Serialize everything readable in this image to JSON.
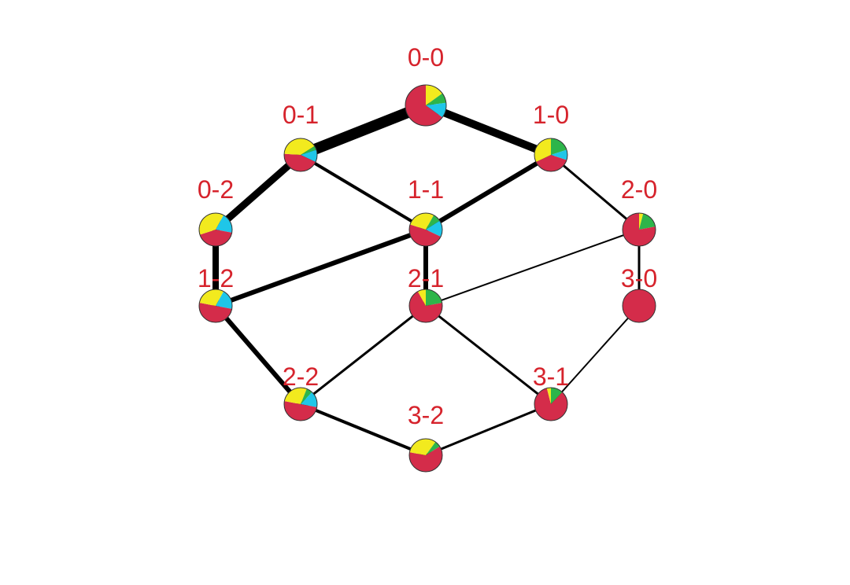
{
  "colors": {
    "background": "#ffffff",
    "edge": "#000000",
    "label": "#d6232c",
    "node_outline": "#333333",
    "red": "#d42c4a",
    "yellow": "#f2ea1e",
    "cyan": "#1fc6e8",
    "green": "#2db54a"
  },
  "nodes": [
    {
      "id": "0-0",
      "label": "0-0",
      "slices": [
        {
          "color": "yellow",
          "value": 0.15
        },
        {
          "color": "green",
          "value": 0.08
        },
        {
          "color": "cyan",
          "value": 0.12
        },
        {
          "color": "red",
          "value": 0.65
        }
      ]
    },
    {
      "id": "0-1",
      "label": "0-1",
      "slices": [
        {
          "color": "yellow",
          "value": 0.16
        },
        {
          "color": "green",
          "value": 0.04
        },
        {
          "color": "cyan",
          "value": 0.12
        },
        {
          "color": "red",
          "value": 0.44
        },
        {
          "color": "yellow",
          "value": 0.24
        }
      ]
    },
    {
      "id": "1-0",
      "label": "1-0",
      "slices": [
        {
          "color": "green",
          "value": 0.2
        },
        {
          "color": "cyan",
          "value": 0.1
        },
        {
          "color": "red",
          "value": 0.38
        },
        {
          "color": "yellow",
          "value": 0.32
        }
      ]
    },
    {
      "id": "0-2",
      "label": "0-2",
      "slices": [
        {
          "color": "yellow",
          "value": 0.08
        },
        {
          "color": "cyan",
          "value": 0.2
        },
        {
          "color": "red",
          "value": 0.42
        },
        {
          "color": "yellow",
          "value": 0.3
        }
      ]
    },
    {
      "id": "1-1",
      "label": "1-1",
      "slices": [
        {
          "color": "yellow",
          "value": 0.08
        },
        {
          "color": "green",
          "value": 0.08
        },
        {
          "color": "cyan",
          "value": 0.16
        },
        {
          "color": "red",
          "value": 0.48
        },
        {
          "color": "yellow",
          "value": 0.2
        }
      ]
    },
    {
      "id": "2-0",
      "label": "2-0",
      "slices": [
        {
          "color": "yellow",
          "value": 0.04
        },
        {
          "color": "green",
          "value": 0.18
        },
        {
          "color": "red",
          "value": 0.78
        }
      ]
    },
    {
      "id": "1-2",
      "label": "1-2",
      "slices": [
        {
          "color": "yellow",
          "value": 0.08
        },
        {
          "color": "cyan",
          "value": 0.2
        },
        {
          "color": "red",
          "value": 0.5
        },
        {
          "color": "yellow",
          "value": 0.22
        }
      ]
    },
    {
      "id": "2-1",
      "label": "2-1",
      "slices": [
        {
          "color": "green",
          "value": 0.22
        },
        {
          "color": "red",
          "value": 0.7
        },
        {
          "color": "yellow",
          "value": 0.08
        }
      ]
    },
    {
      "id": "3-0",
      "label": "3-0",
      "slices": [
        {
          "color": "red",
          "value": 1.0
        }
      ]
    },
    {
      "id": "2-2",
      "label": "2-2",
      "slices": [
        {
          "color": "yellow",
          "value": 0.06
        },
        {
          "color": "green",
          "value": 0.06
        },
        {
          "color": "cyan",
          "value": 0.16
        },
        {
          "color": "red",
          "value": 0.5
        },
        {
          "color": "yellow",
          "value": 0.22
        }
      ]
    },
    {
      "id": "3-1",
      "label": "3-1",
      "slices": [
        {
          "color": "green",
          "value": 0.12
        },
        {
          "color": "red",
          "value": 0.84
        },
        {
          "color": "yellow",
          "value": 0.04
        }
      ]
    },
    {
      "id": "3-2",
      "label": "3-2",
      "slices": [
        {
          "color": "yellow",
          "value": 0.1
        },
        {
          "color": "green",
          "value": 0.06
        },
        {
          "color": "red",
          "value": 0.62
        },
        {
          "color": "yellow",
          "value": 0.22
        }
      ]
    }
  ],
  "edges": [
    {
      "from": "0-0",
      "to": "0-1",
      "weight": 14
    },
    {
      "from": "0-0",
      "to": "1-0",
      "weight": 10
    },
    {
      "from": "0-1",
      "to": "0-2",
      "weight": 9
    },
    {
      "from": "0-1",
      "to": "1-1",
      "weight": 4
    },
    {
      "from": "1-0",
      "to": "1-1",
      "weight": 6
    },
    {
      "from": "1-0",
      "to": "2-0",
      "weight": 3
    },
    {
      "from": "0-2",
      "to": "1-2",
      "weight": 8
    },
    {
      "from": "1-1",
      "to": "1-2",
      "weight": 6
    },
    {
      "from": "1-1",
      "to": "2-1",
      "weight": 6
    },
    {
      "from": "2-0",
      "to": "2-1",
      "weight": 2
    },
    {
      "from": "2-0",
      "to": "3-0",
      "weight": 3
    },
    {
      "from": "1-2",
      "to": "2-2",
      "weight": 6
    },
    {
      "from": "2-1",
      "to": "2-2",
      "weight": 3
    },
    {
      "from": "2-1",
      "to": "3-1",
      "weight": 3
    },
    {
      "from": "3-0",
      "to": "3-1",
      "weight": 2
    },
    {
      "from": "2-2",
      "to": "3-2",
      "weight": 4
    },
    {
      "from": "3-1",
      "to": "3-2",
      "weight": 3
    }
  ]
}
